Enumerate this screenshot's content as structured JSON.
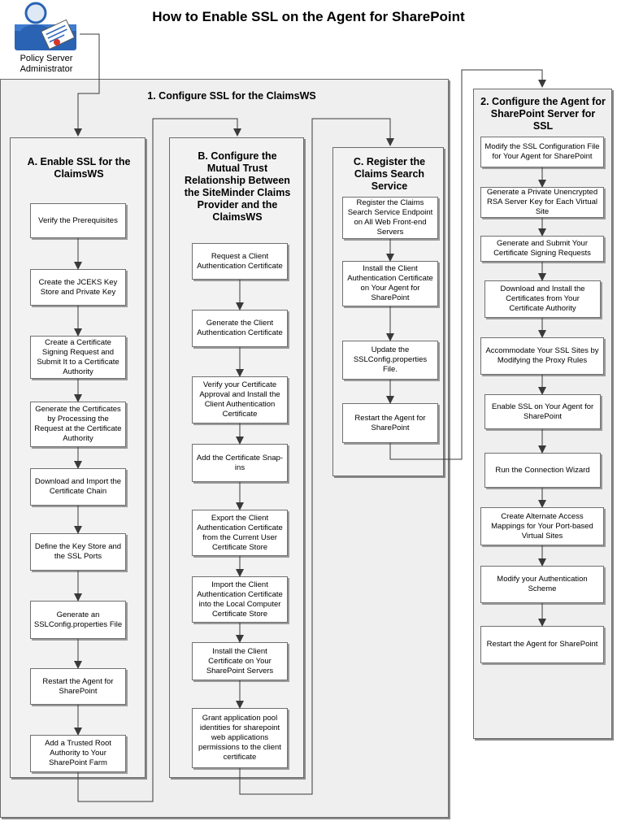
{
  "title": "How to Enable SSL on the Agent for SharePoint",
  "actor": {
    "label": "Policy Server Administrator",
    "icon": "administrator-icon"
  },
  "main": {
    "heading": "1. Configure SSL for the ClaimsWS",
    "sections": [
      {
        "heading": "A. Enable SSL for the ClaimsWS",
        "steps": [
          "Verify the Prerequisites",
          "Create the JCEKS Key Store and Private Key",
          "Create a Certificate Signing Request and Submit It to a Certificate Authority",
          "Generate the Certificates by Processing the Request at the Certificate Authority",
          "Download and Import the Certificate Chain",
          "Define the Key Store and the SSL Ports",
          "Generate an SSLConfig.properties File",
          "Restart the Agent for SharePoint",
          "Add a Trusted Root Authority to Your SharePoint Farm"
        ]
      },
      {
        "heading": "B. Configure the Mutual Trust Relationship Between the SiteMinder Claims Provider and the ClaimsWS",
        "steps": [
          "Request a Client Authentication Certificate",
          "Generate the Client Authentication Certificate",
          "Verify your Certificate Approval and Install the Client Authentication Certificate",
          "Add the Certificate Snap-ins",
          "Export the Client Authentication Certificate from the Current User Certificate Store",
          "Import the Client Authentication Certificate into the Local Computer Certificate Store",
          "Install the Client Certificate on Your SharePoint Servers",
          "Grant application pool identities for sharepoint web applications permissions to the client certificate"
        ]
      },
      {
        "heading": "C. Register the Claims Search Service",
        "steps": [
          "Register the Claims Search Service Endpoint on All Web Front-end Servers",
          "Install the Client Authentication Certificate on Your Agent for SharePoint",
          "Update the SSLConfig.properties File.",
          "Restart the Agent for SharePoint"
        ]
      }
    ]
  },
  "part2": {
    "heading": "2. Configure the Agent for SharePoint Server for SSL",
    "steps": [
      "Modify the SSL Configuration File for Your Agent for SharePoint",
      "Generate a Private Unencrypted RSA Server Key for Each Virtual Site",
      "Generate and Submit Your Certificate Signing Requests",
      "Download and Install the Certificates from Your Certificate Authority",
      "Accommodate Your SSL Sites by Modifying the Proxy Rules",
      "Enable SSL on Your Agent for SharePoint",
      "Run the Connection Wizard",
      "Create Alternate Access Mappings for Your Port-based Virtual Sites",
      "Modify your Authentication Scheme",
      "Restart the Agent for SharePoint"
    ]
  }
}
